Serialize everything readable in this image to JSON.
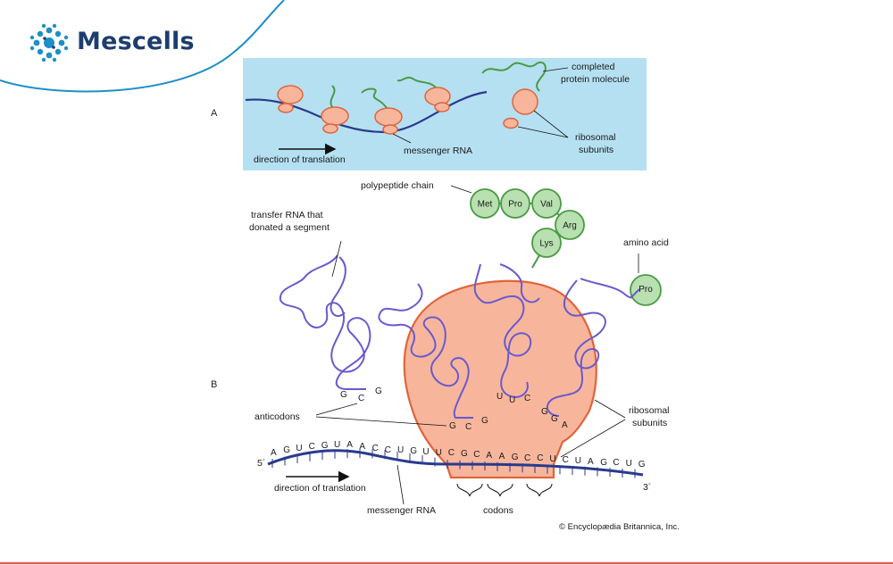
{
  "brand": {
    "name": "Mescells"
  },
  "panel_a": {
    "letter": "A",
    "label_completed_protein": [
      "completed",
      "protein molecule"
    ],
    "label_ribosomal_subunits": [
      "ribosomal",
      "subunits"
    ],
    "label_messenger_rna": "messenger RNA",
    "label_direction": "direction of translation"
  },
  "panel_b": {
    "letter": "B",
    "label_polypeptide": "polypeptide chain",
    "amino_acids": [
      "Met",
      "Pro",
      "Val",
      "Arg",
      "Lys"
    ],
    "label_amino_acid": "amino acid",
    "free_amino_acid": "Pro",
    "label_trna_donated": [
      "transfer RNA that",
      "donated a segment"
    ],
    "label_anticodons": "anticodons",
    "label_ribosomal_subunits": [
      "ribosomal",
      "subunits"
    ],
    "label_direction": "direction of translation",
    "label_messenger_rna": "messenger RNA",
    "label_codons": "codons",
    "five_prime": "5´",
    "three_prime": "3´",
    "mrna_sequence": [
      "A",
      "G",
      "U",
      "C",
      "G",
      "U",
      "A",
      "A",
      "C",
      "C",
      "U",
      "G",
      "U",
      "U",
      "C",
      "G",
      "C",
      "A",
      "A",
      "G",
      "C",
      "C",
      "U",
      "C",
      "U",
      "A",
      "G",
      "C",
      "U",
      "G"
    ],
    "anticodon_free": [
      "G",
      "C",
      "G"
    ],
    "anticodon_1": [
      "G",
      "C",
      "G"
    ],
    "anticodon_2": [
      "U",
      "U",
      "C"
    ],
    "anticodon_3": [
      "G",
      "G",
      "A"
    ]
  },
  "credit": "© Encyclopædia Britannica, Inc.",
  "colors": {
    "brand_navy": "#1d3d6e",
    "brand_teal": "#1e8fc6",
    "panel_a_bg": "#b5e0f2",
    "ribosome_fill": "#f7b69c",
    "ribosome_stroke": "#e0643a",
    "mrna": "#2a3a8c",
    "trna": "#6a5acd",
    "protein_green": "#4a9a45",
    "amino_acid_fill": "#b8e0b0",
    "bottom_rule": "#e05a5a"
  }
}
